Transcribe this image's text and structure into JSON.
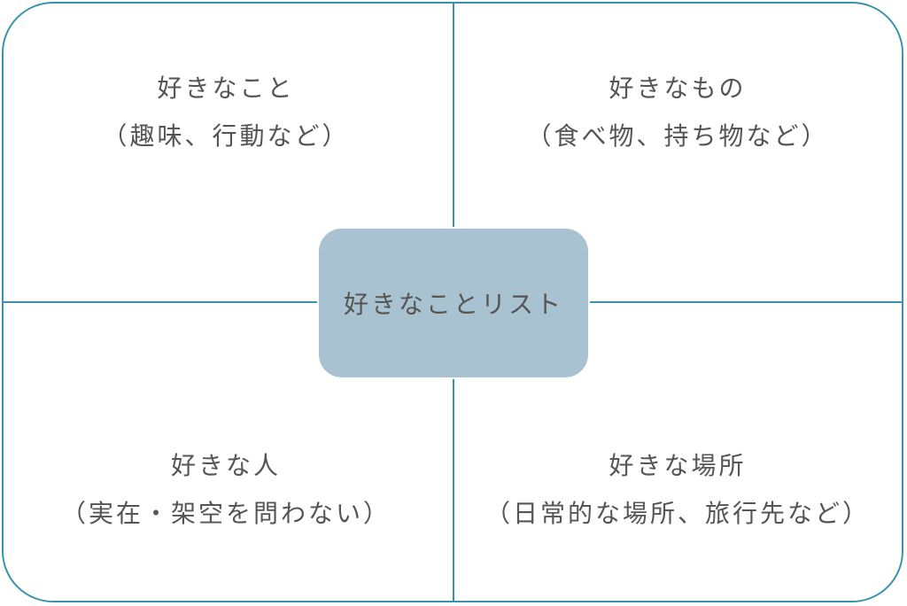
{
  "colors": {
    "line": "#3a93ae",
    "center_fill": "#a9c2d1",
    "text": "#555555"
  },
  "center": {
    "label": "好きなことリスト"
  },
  "quadrants": {
    "top_left": {
      "title": "好きなこと",
      "subtitle": "（趣味、行動など）"
    },
    "top_right": {
      "title": "好きなもの",
      "subtitle": "（食べ物、持ち物など）"
    },
    "bottom_left": {
      "title": "好きな人",
      "subtitle": "（実在・架空を問わない）"
    },
    "bottom_right": {
      "title": "好きな場所",
      "subtitle": "（日常的な場所、旅行先など）"
    }
  }
}
